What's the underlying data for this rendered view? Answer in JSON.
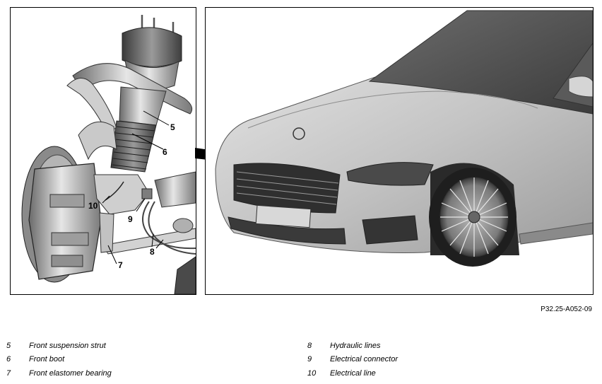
{
  "callouts": {
    "c5": "5",
    "c6": "6",
    "c7": "7",
    "c8": "8",
    "c9": "9",
    "c10": "10"
  },
  "figure_code": "P32.25-A052-09",
  "legend": [
    {
      "num": "5",
      "text": "Front suspension strut"
    },
    {
      "num": "6",
      "text": "Front boot"
    },
    {
      "num": "7",
      "text": "Front elastomer bearing"
    },
    {
      "num": "8",
      "text": "Hydraulic lines"
    },
    {
      "num": "9",
      "text": "Electrical connector"
    },
    {
      "num": "10",
      "text": "Electrical line"
    }
  ]
}
